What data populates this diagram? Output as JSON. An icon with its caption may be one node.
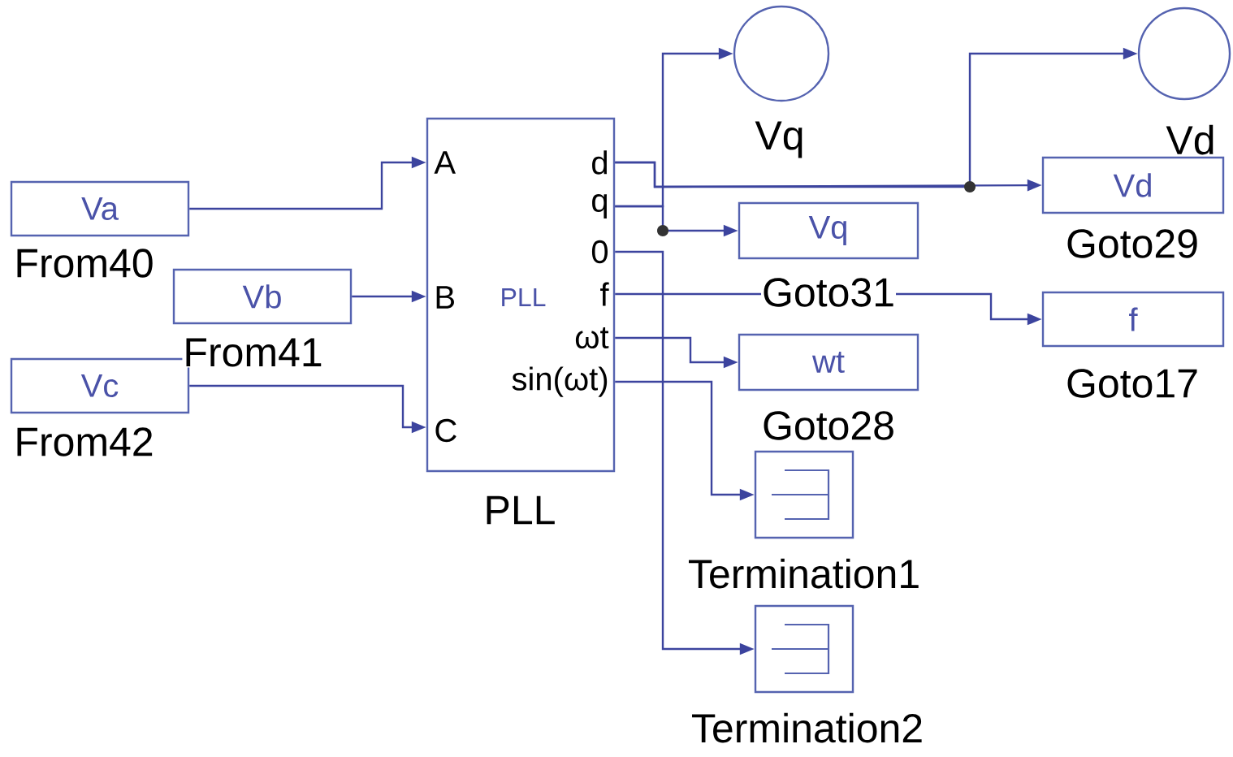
{
  "diagram": {
    "nodes": [
      {
        "text": [
          "Va",
          "From40"
        ]
      },
      {
        "text": [
          "Vb",
          "From41"
        ]
      },
      {
        "text": [
          "Vc",
          "From42"
        ]
      },
      {
        "text": [
          "A",
          "B",
          "C",
          "PLL",
          "d",
          "q",
          "0",
          "f",
          "ωt",
          "sin(ωt)",
          "PLL"
        ]
      },
      {
        "text": [
          "Vq"
        ]
      },
      {
        "text": [
          "Vd"
        ]
      },
      {
        "text": [
          "Vd",
          "Goto29"
        ]
      },
      {
        "text": [
          "Vq",
          "Goto31"
        ]
      },
      {
        "text": [
          "f",
          "Goto17"
        ]
      },
      {
        "text": [
          "wt",
          "Goto28"
        ]
      },
      {
        "text": [
          "Termination1"
        ]
      },
      {
        "text": [
          "Termination2"
        ]
      }
    ],
    "edges": [
      {
        "from": 0,
        "to": 3,
        "arrow": "to"
      },
      {
        "from": 1,
        "to": 3,
        "arrow": "to"
      },
      {
        "from": 2,
        "to": 3,
        "arrow": "to"
      },
      {
        "from": 3,
        "to": 4,
        "arrow": "to"
      },
      {
        "from": 3,
        "to": 7,
        "arrow": "to"
      },
      {
        "from": 3,
        "to": 5,
        "arrow": "to"
      },
      {
        "from": 3,
        "to": 6,
        "arrow": "to"
      },
      {
        "from": 3,
        "to": 8,
        "arrow": "to"
      },
      {
        "from": 3,
        "to": 9,
        "arrow": "to"
      },
      {
        "from": 3,
        "to": 10,
        "arrow": "to"
      },
      {
        "from": 3,
        "to": 11,
        "arrow": "to"
      }
    ]
  }
}
